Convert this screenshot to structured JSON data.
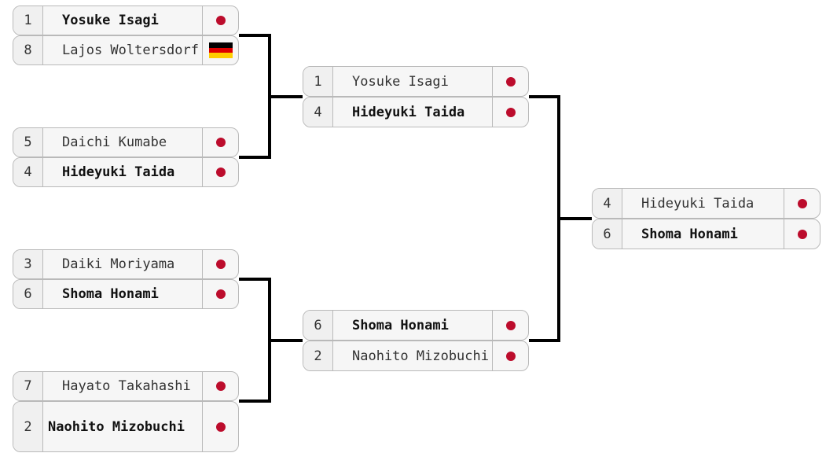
{
  "colors": {
    "japan_flag_dot": "#bc0c2c",
    "germany_flag": [
      "#000000",
      "#dd0000",
      "#ffce00"
    ],
    "connector": "#000000",
    "cell_border": "#b9b9b9",
    "cell_background": "#f6f6f6"
  },
  "round1": [
    {
      "top": {
        "seed": "1",
        "name": "Yosuke Isagi",
        "flag": "japan",
        "winner": true
      },
      "bottom": {
        "seed": "8",
        "name": "Lajos Woltersdorf",
        "flag": "germany",
        "winner": false
      }
    },
    {
      "top": {
        "seed": "5",
        "name": "Daichi Kumabe",
        "flag": "japan",
        "winner": false
      },
      "bottom": {
        "seed": "4",
        "name": "Hideyuki Taida",
        "flag": "japan",
        "winner": true
      }
    },
    {
      "top": {
        "seed": "3",
        "name": "Daiki Moriyama",
        "flag": "japan",
        "winner": false
      },
      "bottom": {
        "seed": "6",
        "name": "Shoma Honami",
        "flag": "japan",
        "winner": true
      }
    },
    {
      "top": {
        "seed": "7",
        "name": "Hayato Takahashi",
        "flag": "japan",
        "winner": false
      },
      "bottom": {
        "seed": "2",
        "name": "Naohito Mizobuchi",
        "flag": "japan",
        "winner": true
      }
    }
  ],
  "round2": [
    {
      "top": {
        "seed": "1",
        "name": "Yosuke Isagi",
        "flag": "japan",
        "winner": false
      },
      "bottom": {
        "seed": "4",
        "name": "Hideyuki Taida",
        "flag": "japan",
        "winner": true
      }
    },
    {
      "top": {
        "seed": "6",
        "name": "Shoma Honami",
        "flag": "japan",
        "winner": true
      },
      "bottom": {
        "seed": "2",
        "name": "Naohito Mizobuchi",
        "flag": "japan",
        "winner": false
      }
    }
  ],
  "final": [
    {
      "top": {
        "seed": "4",
        "name": "Hideyuki Taida",
        "flag": "japan",
        "winner": false
      },
      "bottom": {
        "seed": "6",
        "name": "Shoma Honami",
        "flag": "japan",
        "winner": true
      }
    }
  ]
}
